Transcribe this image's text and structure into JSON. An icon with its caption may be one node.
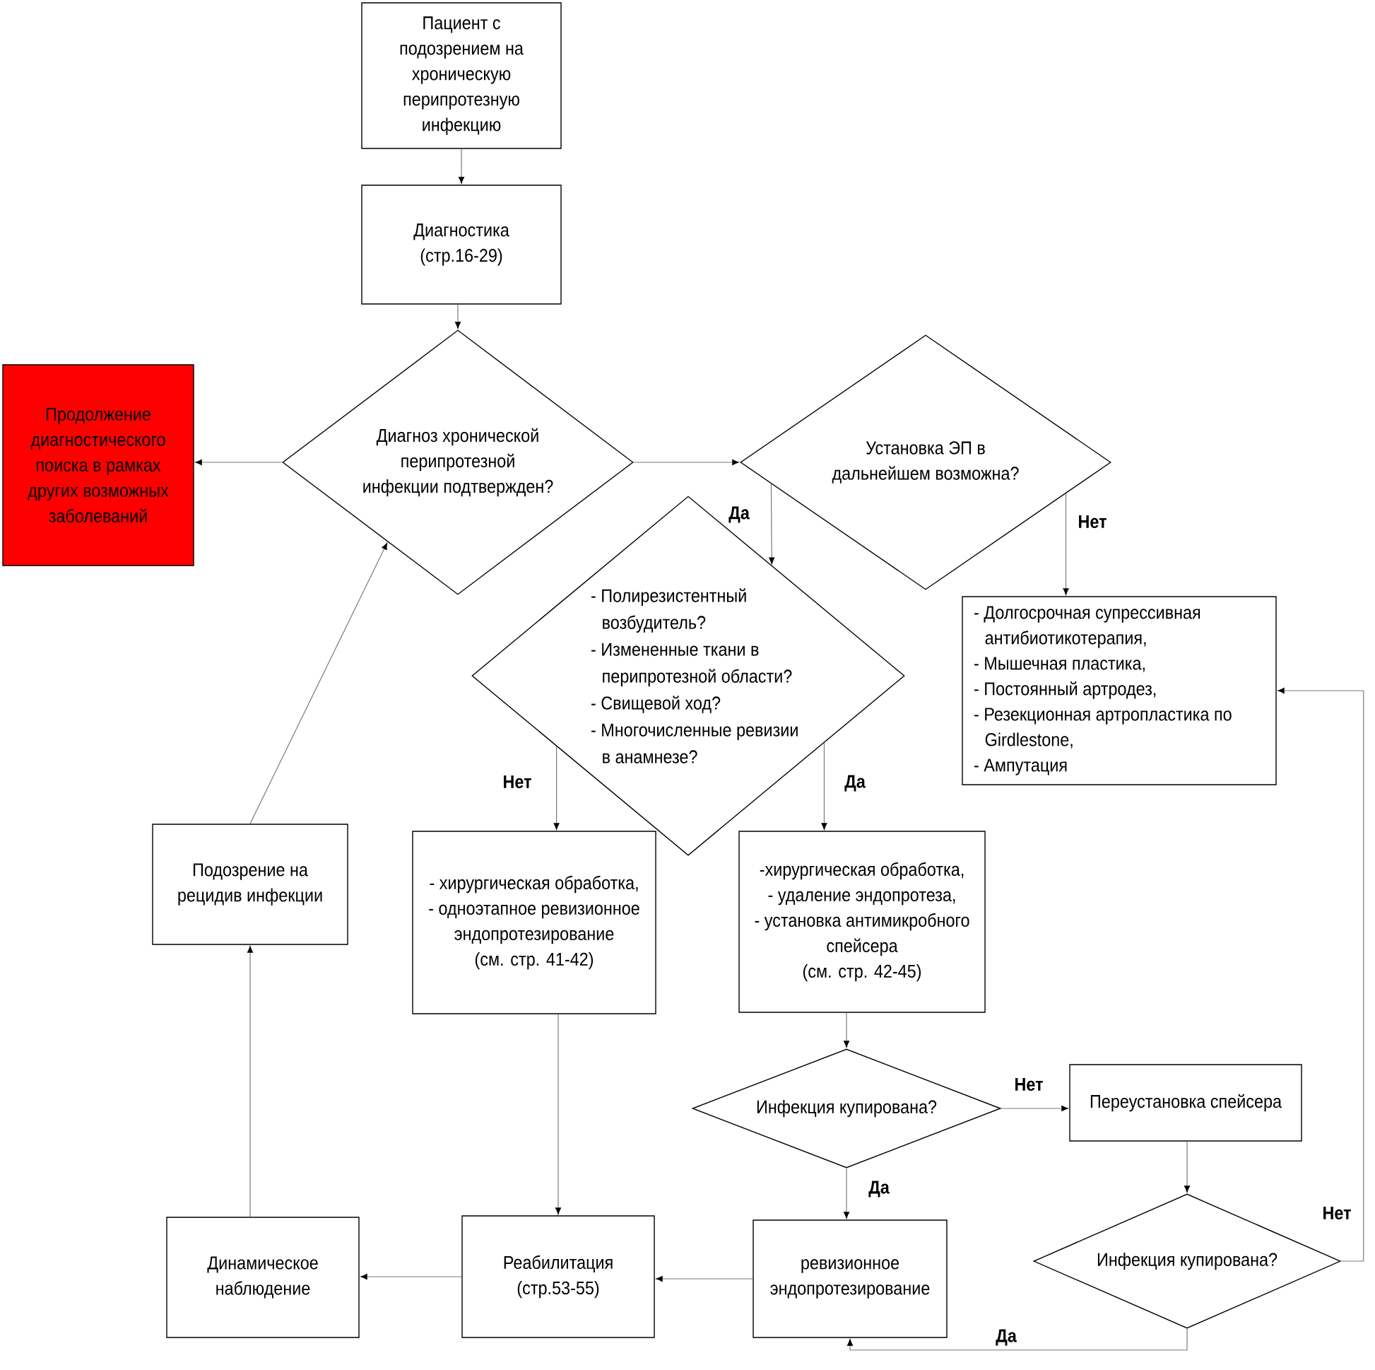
{
  "diagram": {
    "nodes": [
      {
        "text": [
          "Пациент с подозрением на хроническую перипротезную инфекцию"
        ]
      },
      {
        "text": [
          "Диагностика (стр.16-29)"
        ]
      },
      {
        "text": [
          "Продолжение диагностического поиска в рамках других возможных заболеваний"
        ]
      },
      {
        "text": [
          "Диагноз хронической перипротезной инфекции подтвержден?"
        ]
      },
      {
        "text": [
          "Установка ЭП в дальнейшем возможна?"
        ]
      },
      {
        "text": [
          "- Полирезистентный возбудитель?",
          "- Измененные ткани в перипротезной области?",
          "- Свищевой ход?",
          "- Многочисленные ревизии в анамнезе?"
        ]
      },
      {
        "text": [
          "- Долгосрочная супрессивная антибиотикотерапия,",
          "- Мышечная пластика,",
          "- Постоянный артродез,",
          "- Резекционная артропластика по Girdlestone,",
          "- Ампутация"
        ]
      },
      {
        "text": [
          "Подозрение на рецидив инфекции"
        ]
      },
      {
        "text": [
          "- хирургическая обработка,",
          "- одноэтапное ревизионное эндопротезирование",
          "(см. стр. 41-42)"
        ]
      },
      {
        "text": [
          "-хирургическая обработка,",
          "- удаление эндопротеза,",
          "- установка антимикробного спейсера",
          "(см. стр. 42-45)"
        ]
      },
      {
        "text": [
          "Инфекция купирована?"
        ]
      },
      {
        "text": [
          "Переустановка спейсера"
        ]
      },
      {
        "text": [
          "Инфекция купирована?"
        ]
      },
      {
        "text": [
          "Динамическое наблюдение"
        ]
      },
      {
        "text": [
          "Реабилитация (стр.53-55)"
        ]
      },
      {
        "text": [
          "ревизионное эндопротезирование"
        ]
      }
    ],
    "edges": [
      {
        "from": 0,
        "to": 1,
        "arrow": "to"
      },
      {
        "from": 1,
        "to": 3,
        "arrow": "to"
      },
      {
        "from": 3,
        "to": 2,
        "arrow": "to"
      },
      {
        "from": 3,
        "to": 4,
        "arrow": "to"
      },
      {
        "from": 4,
        "to": 5,
        "arrow": "to",
        "label": "Да"
      },
      {
        "from": 4,
        "to": 6,
        "arrow": "to",
        "label": "Нет"
      },
      {
        "from": 5,
        "to": 8,
        "arrow": "to",
        "label": "Нет"
      },
      {
        "from": 5,
        "to": 9,
        "arrow": "to",
        "label": "Да"
      },
      {
        "from": 7,
        "to": 3,
        "arrow": "to"
      },
      {
        "from": 8,
        "to": 14,
        "arrow": "to"
      },
      {
        "from": 9,
        "to": 10,
        "arrow": "to"
      },
      {
        "from": 10,
        "to": 11,
        "arrow": "to",
        "label": "Нет"
      },
      {
        "from": 10,
        "to": 15,
        "arrow": "to",
        "label": "Да"
      },
      {
        "from": 11,
        "to": 12,
        "arrow": "to"
      },
      {
        "from": 12,
        "to": 6,
        "arrow": "to",
        "label": "Нет"
      },
      {
        "from": 12,
        "to": 15,
        "arrow": "to",
        "label": "Да"
      },
      {
        "from": 15,
        "to": 14,
        "arrow": "to"
      },
      {
        "from": 14,
        "to": 13,
        "arrow": "to"
      },
      {
        "from": 13,
        "to": 7,
        "arrow": "to"
      }
    ]
  }
}
